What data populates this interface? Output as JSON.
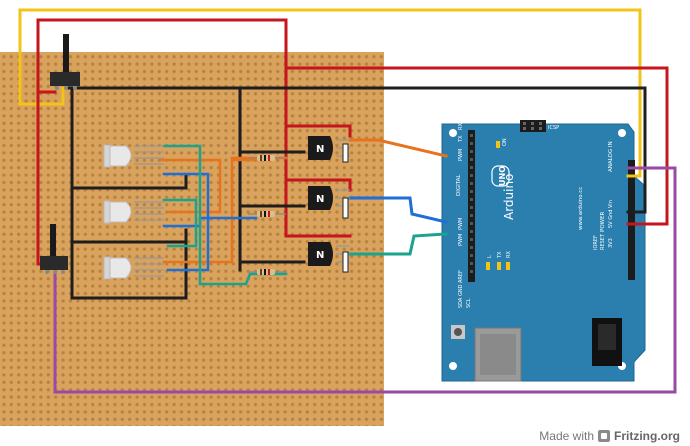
{
  "colors": {
    "board": "#d9a25d",
    "arduino": "#2a7fae",
    "wire_red": "#c4161c",
    "wire_black": "#1e1e1e",
    "wire_yellow": "#f3c317",
    "wire_orange": "#e8731f",
    "wire_blue": "#1f6fd6",
    "wire_teal": "#1aa38d",
    "wire_purple": "#9a4aa6"
  },
  "transistor_label": "N",
  "arduino": {
    "icsp": "ICSP",
    "on": "ON",
    "tx_top": "TX",
    "rx_top": "RX",
    "left_header": "DIGITAL",
    "pwm": "PWM",
    "pin_aref": "AREF",
    "pin_gnd": "GND",
    "pin_sda": "SDA",
    "pin_scl": "SCL",
    "led_l": "L",
    "led_tx": "TX",
    "led_rx": "RX",
    "brand": "Arduino",
    "model": "UNO",
    "website": "www.arduino.cc",
    "analog_in": "ANALOG IN",
    "power": "POWER",
    "pins_power": "5V  Gnd  Vin",
    "ioref": "IOREF",
    "reset": "RESET",
    "v3": "3V3"
  },
  "credit": {
    "made_with": "Made with",
    "brand": "Fritzing.org"
  }
}
